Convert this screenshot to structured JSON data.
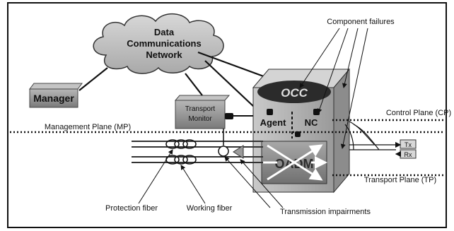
{
  "cloud": {
    "line1": "Data",
    "line2": "Communications",
    "line3": "Network"
  },
  "manager": {
    "label": "Manager"
  },
  "transport_module": {
    "line1": "Transport",
    "line2": "Monitor"
  },
  "node": {
    "logo": "OCC",
    "agent_label": "Agent",
    "nc_label": "NC",
    "oadm_label": "OADM"
  },
  "planes": {
    "control": "Control Plane (CP)",
    "management": "Management Plane (MP)",
    "transport": "Transport Plane (TP)"
  },
  "callouts": {
    "component_failures": "Component failures",
    "protection_fiber": "Protection fiber",
    "working_fiber": "Working fiber",
    "transmission_impairments": "Transmission impairments"
  },
  "tx_rx": {
    "tx": "Tx",
    "rx": "Rx"
  },
  "colors": {
    "cloud_fill": "#bcbcbc",
    "box_fill": "#8a8a8a",
    "node_fill": "#b5b5b5",
    "oadm_fill": "#9b9b9b",
    "frame": "#000000"
  }
}
